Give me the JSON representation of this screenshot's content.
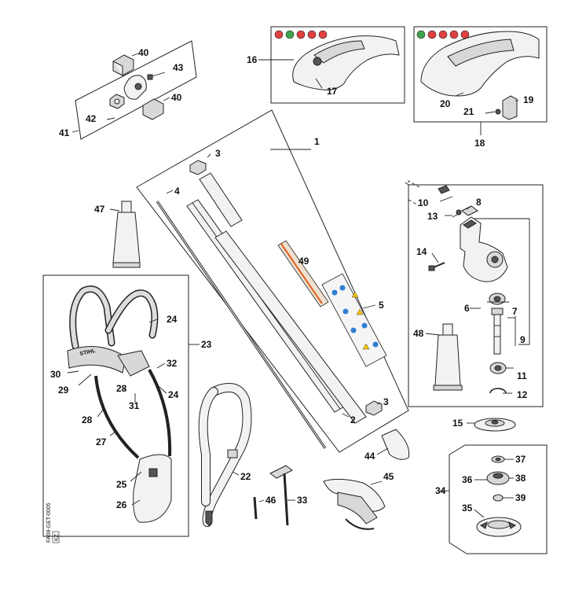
{
  "callouts": [
    {
      "id": "c1",
      "label": "1"
    },
    {
      "id": "c2",
      "label": "2"
    },
    {
      "id": "c3a",
      "label": "3"
    },
    {
      "id": "c3b",
      "label": "3"
    },
    {
      "id": "c4",
      "label": "4"
    },
    {
      "id": "c5",
      "label": "5"
    },
    {
      "id": "c6",
      "label": "6"
    },
    {
      "id": "c7",
      "label": "7"
    },
    {
      "id": "c8",
      "label": "8"
    },
    {
      "id": "c9",
      "label": "9"
    },
    {
      "id": "c10",
      "label": "10"
    },
    {
      "id": "c11",
      "label": "11"
    },
    {
      "id": "c12",
      "label": "12"
    },
    {
      "id": "c13",
      "label": "13"
    },
    {
      "id": "c14",
      "label": "14"
    },
    {
      "id": "c15",
      "label": "15"
    },
    {
      "id": "c16",
      "label": "16"
    },
    {
      "id": "c17",
      "label": "17"
    },
    {
      "id": "c18",
      "label": "18"
    },
    {
      "id": "c19",
      "label": "19"
    },
    {
      "id": "c20",
      "label": "20"
    },
    {
      "id": "c21",
      "label": "21"
    },
    {
      "id": "c22",
      "label": "22"
    },
    {
      "id": "c23",
      "label": "23"
    },
    {
      "id": "c24a",
      "label": "24"
    },
    {
      "id": "c24b",
      "label": "24"
    },
    {
      "id": "c25",
      "label": "25"
    },
    {
      "id": "c26",
      "label": "26"
    },
    {
      "id": "c27",
      "label": "27"
    },
    {
      "id": "c28a",
      "label": "28"
    },
    {
      "id": "c28b",
      "label": "28"
    },
    {
      "id": "c29",
      "label": "29"
    },
    {
      "id": "c30",
      "label": "30"
    },
    {
      "id": "c31",
      "label": "31"
    },
    {
      "id": "c32",
      "label": "32"
    },
    {
      "id": "c33",
      "label": "33"
    },
    {
      "id": "c34",
      "label": "34"
    },
    {
      "id": "c35",
      "label": "35"
    },
    {
      "id": "c36",
      "label": "36"
    },
    {
      "id": "c37",
      "label": "37"
    },
    {
      "id": "c38",
      "label": "38"
    },
    {
      "id": "c39",
      "label": "39"
    },
    {
      "id": "c40a",
      "label": "40"
    },
    {
      "id": "c40b",
      "label": "40"
    },
    {
      "id": "c41",
      "label": "41"
    },
    {
      "id": "c42",
      "label": "42"
    },
    {
      "id": "c43",
      "label": "43"
    },
    {
      "id": "c44",
      "label": "44"
    },
    {
      "id": "c45",
      "label": "45"
    },
    {
      "id": "c46",
      "label": "46"
    },
    {
      "id": "c47",
      "label": "47"
    },
    {
      "id": "c48",
      "label": "48"
    },
    {
      "id": "c49",
      "label": "49"
    }
  ],
  "harness_brand": "STIHL",
  "drawing_reference": "FA08-GET-0005",
  "drawing_reference_code": "KZ",
  "icons": [
    "no-entry-icon",
    "gear-icon",
    "blade-icon",
    "disc-icon",
    "saw-icon",
    "warning-triangle-icon",
    "info-circle-icon"
  ]
}
